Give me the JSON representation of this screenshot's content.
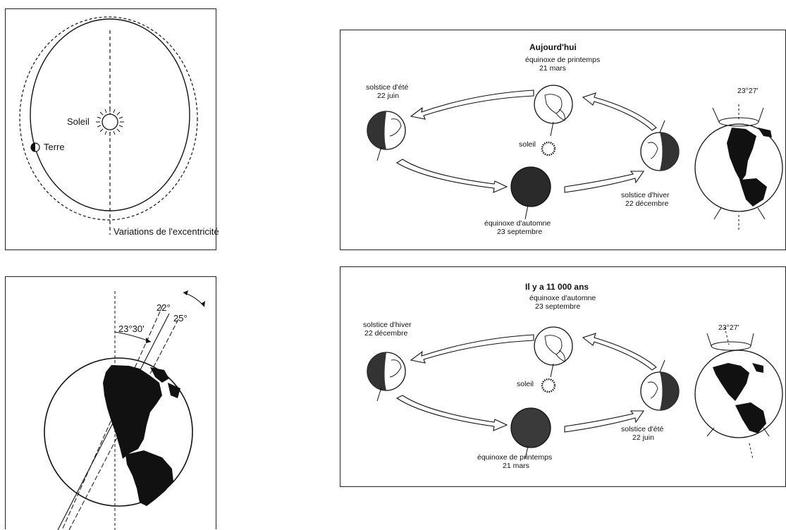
{
  "panel_orbit": {
    "sun_label": "Soleil",
    "earth_label": "Terre",
    "caption": "Variations de l'excentricité"
  },
  "panel_tilt": {
    "angle_label": "23°30'",
    "min_label": "22°",
    "max_label": "25°"
  },
  "panel_today": {
    "title": "Aujourd'hui",
    "top": {
      "line1": "équinoxe de printemps",
      "line2": "21 mars"
    },
    "left": {
      "line1": "solstice d'été",
      "line2": "22 juin"
    },
    "bottom": {
      "line1": "équinoxe d'automne",
      "line2": "23 septembre"
    },
    "right": {
      "line1": "solstice d'hiver",
      "line2": "22 décembre"
    },
    "sun_label": "soleil",
    "tilt_label": "23°27'"
  },
  "panel_past": {
    "title": "Il y a 11 000 ans",
    "top": {
      "line1": "équinoxe d'automne",
      "line2": "23 septembre"
    },
    "left": {
      "line1": "solstice d'hiver",
      "line2": "22 décembre"
    },
    "bottom": {
      "line1": "équinoxe de printemps",
      "line2": "21 mars"
    },
    "right": {
      "line1": "solstice d'été",
      "line2": "22 juin"
    },
    "sun_label": "soleil",
    "tilt_label": "23°27'"
  }
}
